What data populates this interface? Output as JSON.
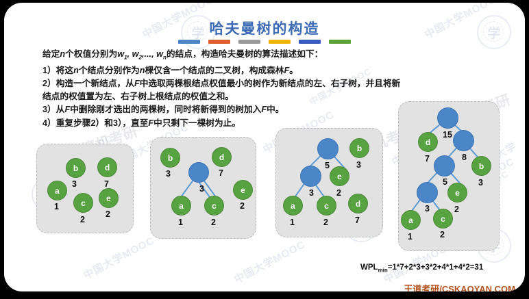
{
  "slide": {
    "title": "哈夫曼树的构造",
    "title_color": "#3C6AB5",
    "accent_bars": [
      "#4A86C8",
      "#E05E2B",
      "#9B9B9B",
      "#F2B50C",
      "#3A5BC0",
      "#5FA337"
    ],
    "brand": "王道考研/CSKAOYAN.COM",
    "brand_color": "#B4511E"
  },
  "body": {
    "line0_a": "给定",
    "line0_n": "n",
    "line0_b": "个权值分别为",
    "line0_w1": "w",
    "line0_w1s": "1",
    "line0_w2": ", w",
    "line0_w2s": "2",
    "line0_wdots": ",..., w",
    "line0_wns": "n",
    "line0_c": "的结点，构造哈夫曼树的算法描述如下：",
    "line1_a": "1）将这",
    "line1_n": "n",
    "line1_b": "个结点分别作为",
    "line1_n2": "n",
    "line1_c": "棵仅含一个结点的二叉树，构成森林",
    "line1_F": "F",
    "line1_d": "。",
    "line2_a": "2）构造一个新结点，从",
    "line2_F": "F",
    "line2_b": "中选取两棵根结点权值最小的树作为新结点的左、右子树，并且将新",
    "line3": "结点的权值置为左、右子树上根结点的权值之和。",
    "line4_a": "3）从",
    "line4_F": "F",
    "line4_b": "中删除刚才选出的两棵树，同时将新得到的树加入",
    "line4_F2": "F",
    "line4_c": "中。",
    "line5_a": "4）重复步骤2）和3），直至",
    "line5_F": "F",
    "line5_b": "中只剩下一棵树为止。"
  },
  "panels": [
    {
      "name": "step-1-forest",
      "nodes": [
        {
          "label": "a",
          "weight": "1",
          "type": "green"
        },
        {
          "label": "b",
          "weight": "3",
          "type": "green"
        },
        {
          "label": "c",
          "weight": "2",
          "type": "green"
        },
        {
          "label": "d",
          "weight": "7",
          "type": "green"
        },
        {
          "label": "e",
          "weight": "2",
          "type": "green"
        }
      ]
    },
    {
      "name": "step-2-merge-a-c",
      "nodes": [
        {
          "label": "b",
          "weight": "3",
          "type": "green"
        },
        {
          "label": "d",
          "weight": "7",
          "type": "green"
        },
        {
          "label": "",
          "weight": "3",
          "type": "blue"
        },
        {
          "label": "e",
          "weight": "2",
          "type": "green"
        },
        {
          "label": "a",
          "weight": "1",
          "type": "green"
        },
        {
          "label": "c",
          "weight": "2",
          "type": "green"
        }
      ]
    },
    {
      "name": "step-3-merge-e",
      "nodes": [
        {
          "label": "",
          "weight": "5",
          "type": "blue"
        },
        {
          "label": "b",
          "weight": "3",
          "type": "green"
        },
        {
          "label": "",
          "weight": "3",
          "type": "blue"
        },
        {
          "label": "e",
          "weight": "2",
          "type": "green"
        },
        {
          "label": "a",
          "weight": "1",
          "type": "green"
        },
        {
          "label": "c",
          "weight": "2",
          "type": "green"
        },
        {
          "label": "d",
          "weight": "7",
          "type": "green"
        }
      ]
    },
    {
      "name": "step-4-final-tree",
      "nodes": [
        {
          "label": "",
          "weight": "15",
          "type": "blue"
        },
        {
          "label": "d",
          "weight": "7",
          "type": "green"
        },
        {
          "label": "",
          "weight": "8",
          "type": "blue"
        },
        {
          "label": "",
          "weight": "5",
          "type": "blue"
        },
        {
          "label": "b",
          "weight": "3",
          "type": "green"
        },
        {
          "label": "",
          "weight": "3",
          "type": "blue"
        },
        {
          "label": "e",
          "weight": "2",
          "type": "green"
        },
        {
          "label": "a",
          "weight": "1",
          "type": "green"
        },
        {
          "label": "c",
          "weight": "2",
          "type": "green"
        }
      ]
    }
  ],
  "wpl": {
    "prefix": "WPL",
    "sub": "min",
    "expr": "=1*7+2*3+3*2+4*1+4*2=31"
  },
  "watermarks": {
    "mooc": "中国大学MOOC",
    "cn": "中国大学MOOC",
    "wd": "王道计算机考研",
    "wd_sub": "www.cskaoyan.com"
  }
}
